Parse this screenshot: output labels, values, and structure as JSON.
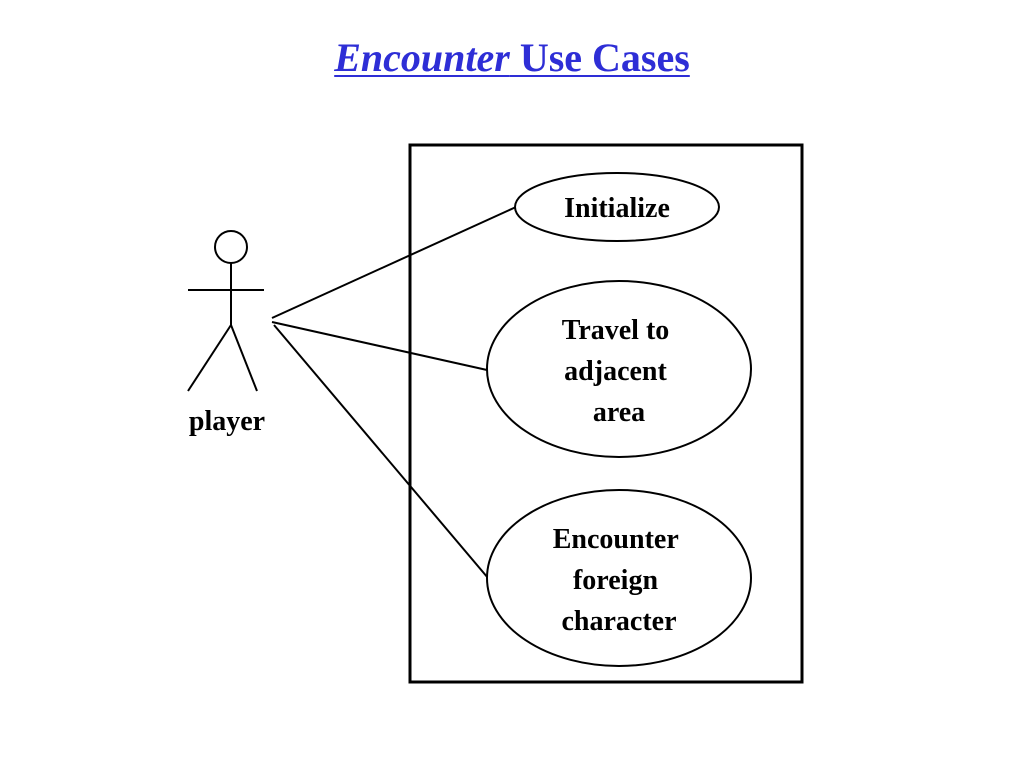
{
  "title": {
    "emphasis": "Encounter",
    "rest": " Use Cases",
    "color": "#2e2ed6"
  },
  "actor": {
    "label": "player"
  },
  "use_cases": [
    {
      "lines": [
        "Initialize"
      ]
    },
    {
      "lines": [
        "Travel to",
        "adjacent",
        "area"
      ]
    },
    {
      "lines": [
        "Encounter",
        "foreign",
        "character"
      ]
    }
  ]
}
